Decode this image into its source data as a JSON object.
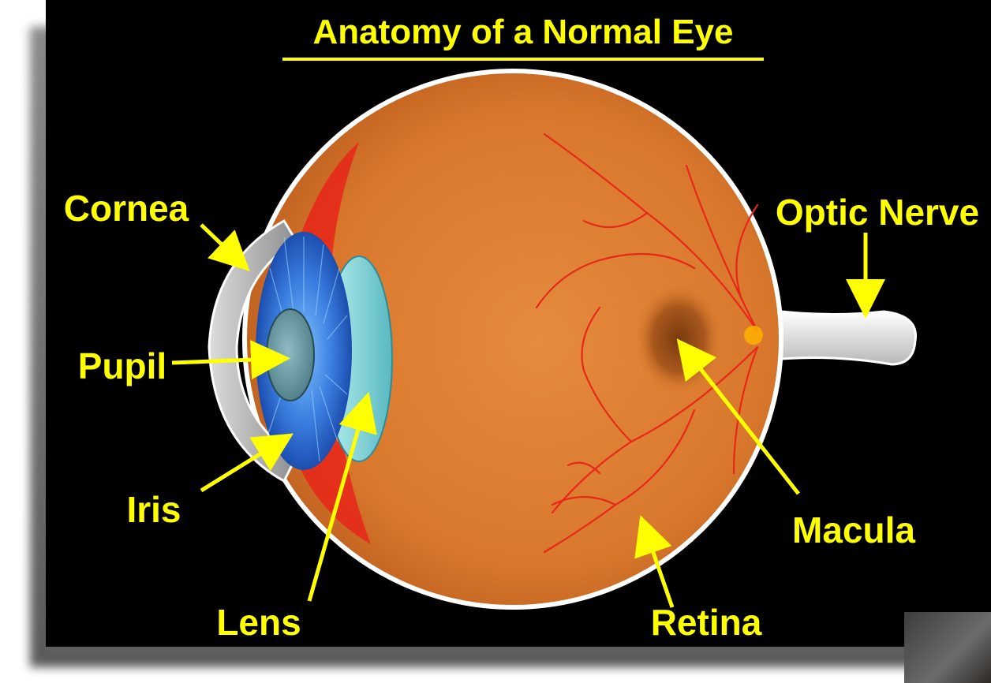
{
  "title": "Anatomy of a Normal Eye",
  "labels": {
    "cornea": "Cornea",
    "pupil": "Pupil",
    "iris": "Iris",
    "lens": "Lens",
    "optic_nerve": "Optic Nerve",
    "macula": "Macula",
    "retina": "Retina"
  },
  "colors": {
    "background": "#000000",
    "label": "#ffff00",
    "eyeball": "#d9782c",
    "iris": "#3a7fe0",
    "lens": "#7ed6d6",
    "vessels": "#e8261a",
    "sclera": "#ffffff"
  }
}
